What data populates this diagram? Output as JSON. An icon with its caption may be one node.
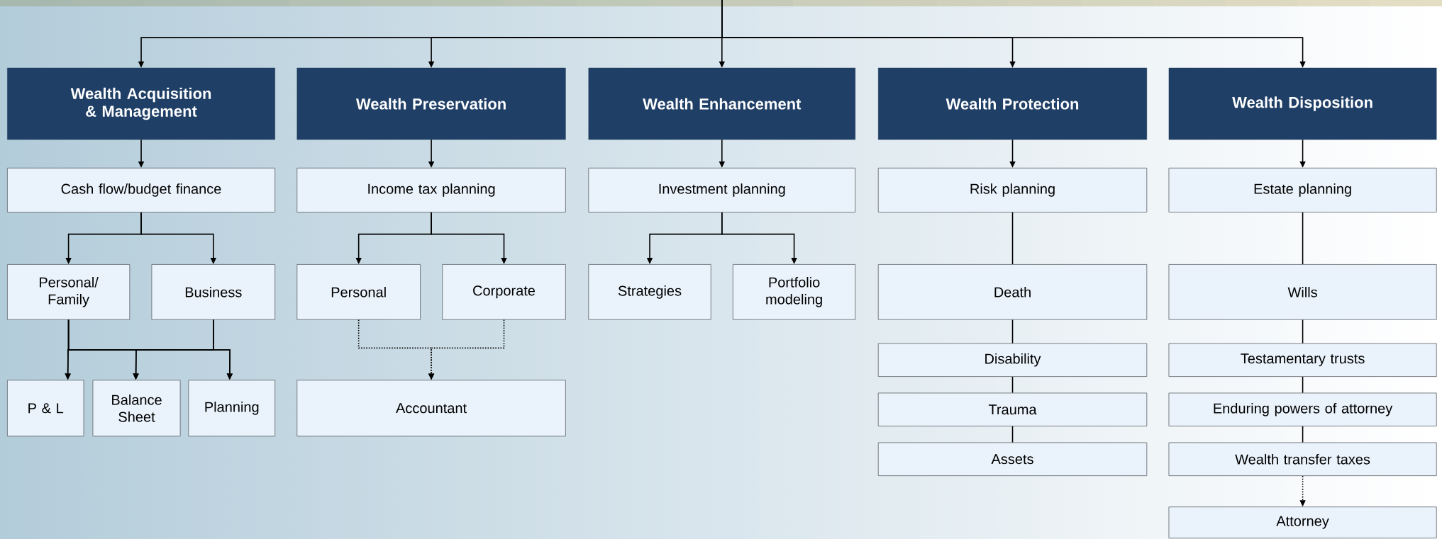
{
  "diagram": {
    "nodes": [
      {
        "text": [
          "Wealth Acquisition & Management"
        ]
      },
      {
        "text": [
          "Wealth Preservation"
        ]
      },
      {
        "text": [
          "Wealth Enhancement"
        ]
      },
      {
        "text": [
          "Wealth Protection"
        ]
      },
      {
        "text": [
          "Wealth Disposition"
        ]
      },
      {
        "text": [
          "Cash flow/budget finance"
        ]
      },
      {
        "text": [
          "Income tax planning"
        ]
      },
      {
        "text": [
          "Investment planning"
        ]
      },
      {
        "text": [
          "Risk planning"
        ]
      },
      {
        "text": [
          "Estate planning"
        ]
      },
      {
        "text": [
          "Personal/ Family"
        ]
      },
      {
        "text": [
          "Business"
        ]
      },
      {
        "text": [
          "Personal"
        ]
      },
      {
        "text": [
          "Corporate"
        ]
      },
      {
        "text": [
          "Strategies"
        ]
      },
      {
        "text": [
          "Portfolio modeling"
        ]
      },
      {
        "text": [
          "Death"
        ]
      },
      {
        "text": [
          "Wills"
        ]
      },
      {
        "text": [
          "P & L"
        ]
      },
      {
        "text": [
          "Balance Sheet"
        ]
      },
      {
        "text": [
          "Planning"
        ]
      },
      {
        "text": [
          "Accountant"
        ]
      },
      {
        "text": [
          "Disability"
        ]
      },
      {
        "text": [
          "Trauma"
        ]
      },
      {
        "text": [
          "Assets"
        ]
      },
      {
        "text": [
          "Testamentary trusts"
        ]
      },
      {
        "text": [
          "Enduring powers of attorney"
        ]
      },
      {
        "text": [
          "Wealth transfer taxes"
        ]
      },
      {
        "text": [
          "Attorney"
        ]
      }
    ],
    "edges": [
      {
        "from": null,
        "to": 0,
        "arrow": "to"
      },
      {
        "from": null,
        "to": 1,
        "arrow": "to"
      },
      {
        "from": null,
        "to": 2,
        "arrow": "to"
      },
      {
        "from": null,
        "to": 3,
        "arrow": "to"
      },
      {
        "from": null,
        "to": 4,
        "arrow": "to"
      },
      {
        "from": 0,
        "to": 5,
        "arrow": "to"
      },
      {
        "from": 1,
        "to": 6,
        "arrow": "to"
      },
      {
        "from": 2,
        "to": 7,
        "arrow": "to"
      },
      {
        "from": 3,
        "to": 8,
        "arrow": "to"
      },
      {
        "from": 4,
        "to": 9,
        "arrow": "to"
      },
      {
        "from": 5,
        "to": 10,
        "arrow": "to"
      },
      {
        "from": 5,
        "to": 11,
        "arrow": "to"
      },
      {
        "from": 6,
        "to": 12,
        "arrow": "to"
      },
      {
        "from": 6,
        "to": 13,
        "arrow": "to"
      },
      {
        "from": 7,
        "to": 14,
        "arrow": "to"
      },
      {
        "from": 7,
        "to": 15,
        "arrow": "to"
      },
      {
        "from": 8,
        "to": 16,
        "arrow": "none"
      },
      {
        "from": 9,
        "to": 17,
        "arrow": "none"
      },
      {
        "from": 10,
        "to": 18,
        "arrow": "to"
      },
      {
        "from": 10,
        "to": 19,
        "arrow": "to"
      },
      {
        "from": 10,
        "to": 20,
        "arrow": "to"
      },
      {
        "from": 11,
        "to": 18,
        "arrow": "to"
      },
      {
        "from": 11,
        "to": 19,
        "arrow": "to"
      },
      {
        "from": 11,
        "to": 20,
        "arrow": "to"
      },
      {
        "from": 12,
        "to": 21,
        "arrow": "to",
        "style": "dashed"
      },
      {
        "from": 13,
        "to": 21,
        "arrow": "to",
        "style": "dashed"
      },
      {
        "from": 16,
        "to": 22,
        "arrow": "none"
      },
      {
        "from": 22,
        "to": 23,
        "arrow": "none"
      },
      {
        "from": 23,
        "to": 24,
        "arrow": "none"
      },
      {
        "from": 17,
        "to": 25,
        "arrow": "none"
      },
      {
        "from": 25,
        "to": 26,
        "arrow": "none"
      },
      {
        "from": 26,
        "to": 27,
        "arrow": "none"
      },
      {
        "from": 27,
        "to": 28,
        "arrow": "to",
        "style": "dashed"
      }
    ]
  }
}
